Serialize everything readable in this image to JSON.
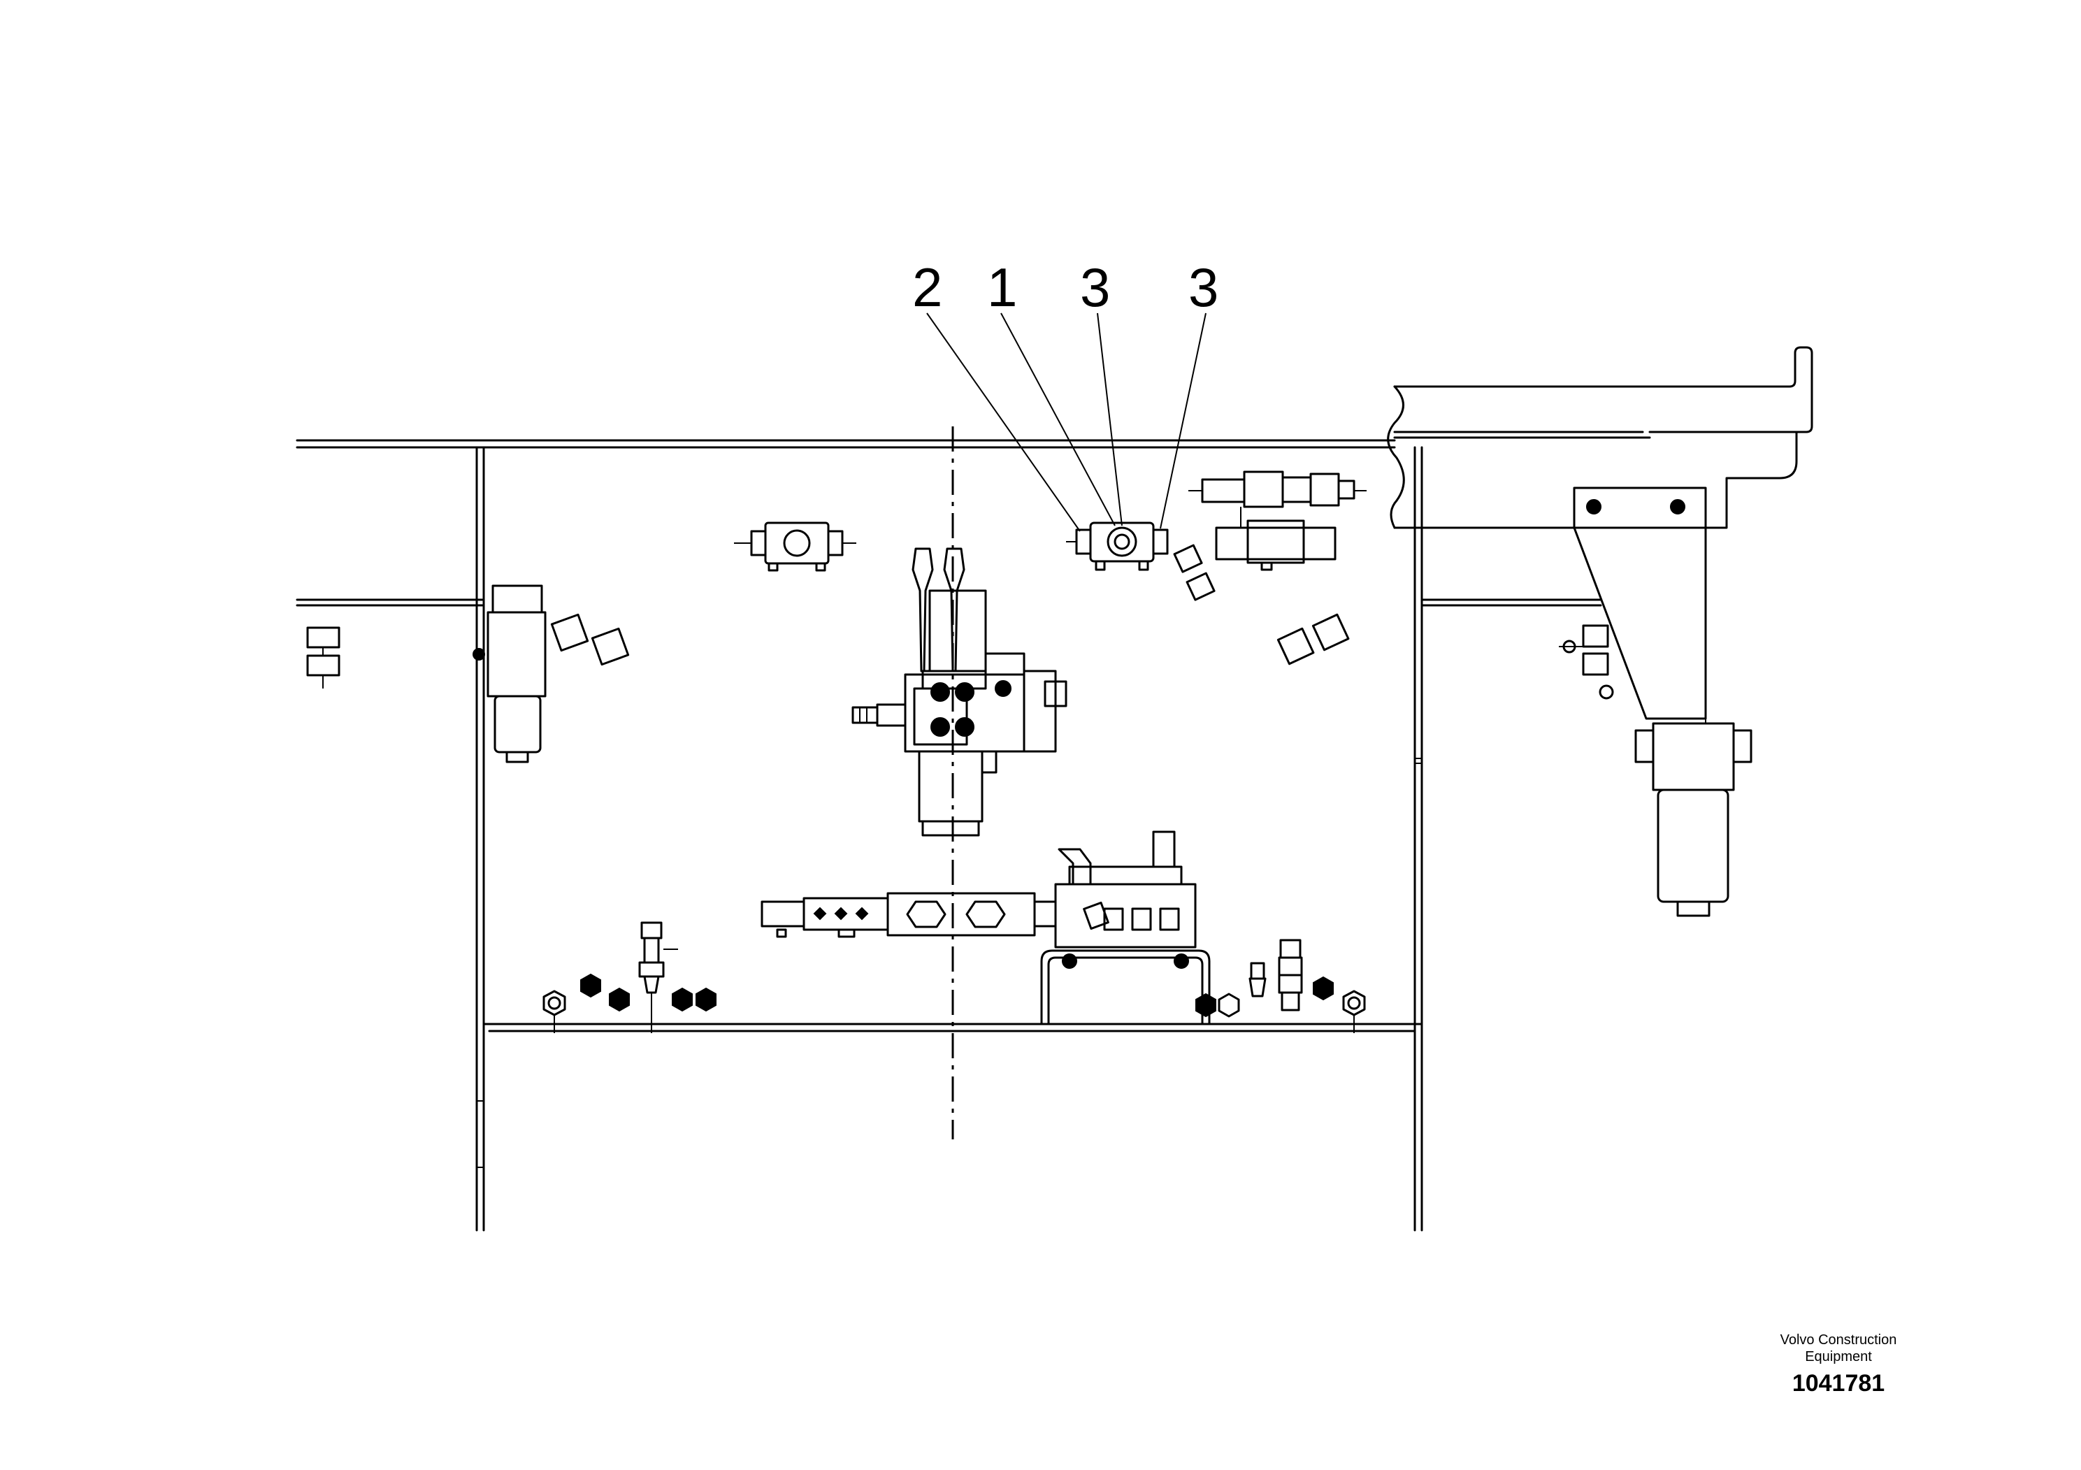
{
  "callouts": [
    {
      "number": "2"
    },
    {
      "number": "1"
    },
    {
      "number": "3"
    },
    {
      "number": "3"
    }
  ],
  "brand": {
    "line1": "Volvo Construction",
    "line2": "Equipment"
  },
  "drawing_number": "1041781",
  "colors": {
    "line": "#000000",
    "background": "#ffffff"
  }
}
